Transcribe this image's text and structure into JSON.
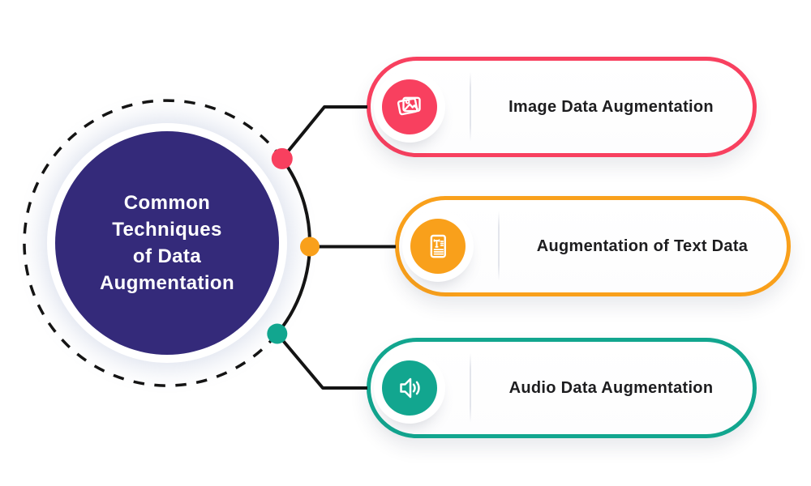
{
  "title": "Common Techniques of Data Augmentation",
  "page": {
    "background": "#FFFFFF",
    "label_color": "#1D1D1F"
  },
  "center": {
    "lines": [
      "Common",
      "Techniques",
      "of Data",
      "Augmentation"
    ],
    "bg_color": "#342A7A",
    "text_color": "#FFFFFF"
  },
  "connector": {
    "color": "#141414"
  },
  "branches": [
    {
      "label": "Image Data Augmentation",
      "color": "#F8405F",
      "icon": "image-photo-icon"
    },
    {
      "label": "Augmentation of Text Data",
      "color": "#F9A01B",
      "icon": "text-document-icon"
    },
    {
      "label": "Audio Data Augmentation",
      "color": "#12A68F",
      "icon": "speaker-audio-icon"
    }
  ]
}
